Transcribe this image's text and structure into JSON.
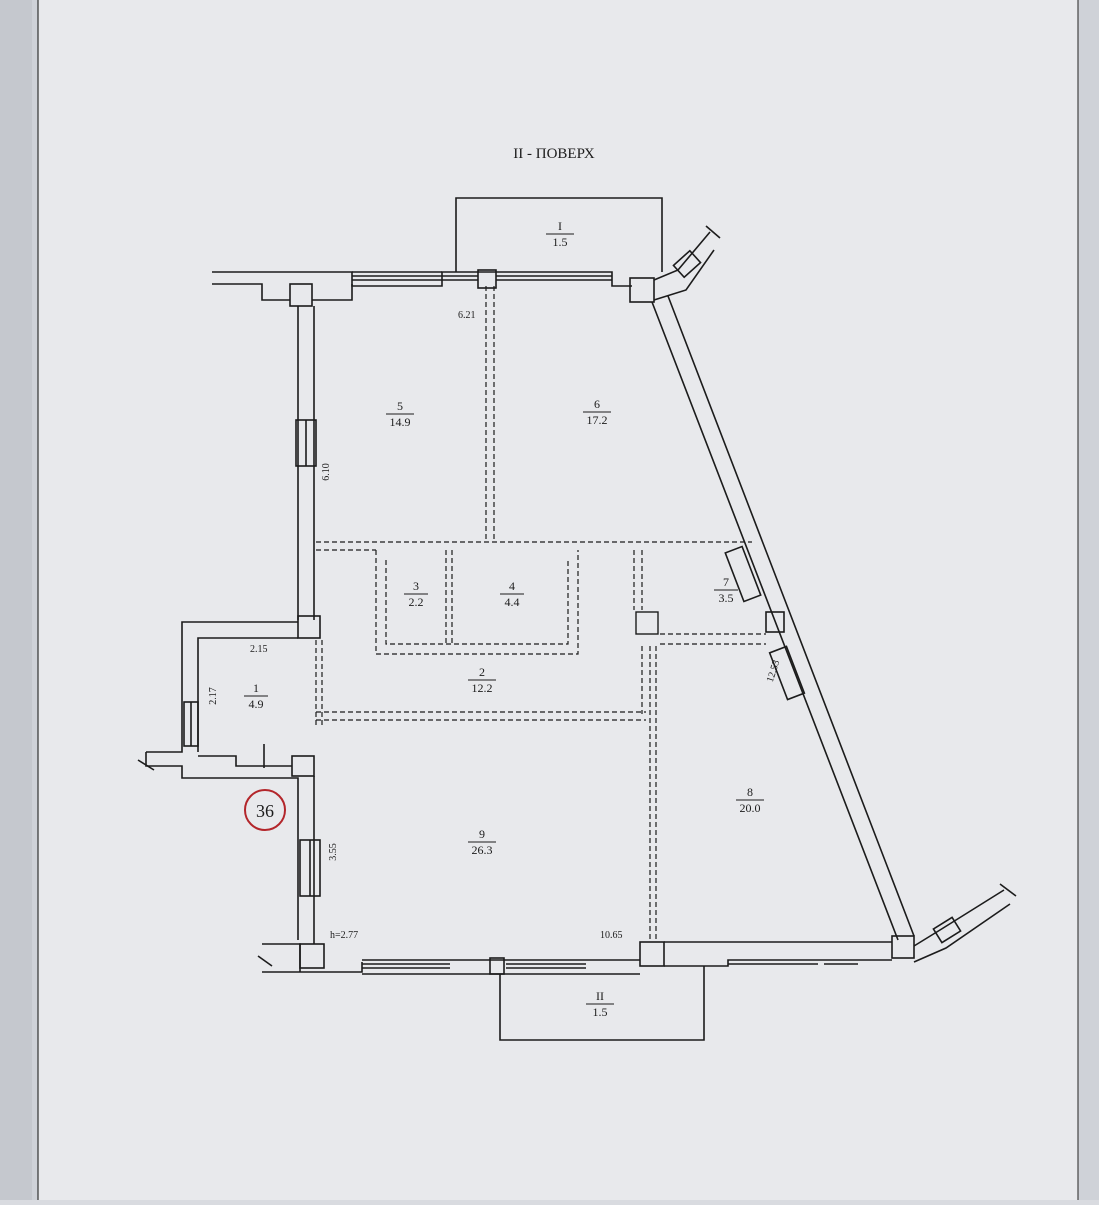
{
  "floor_title": "II - ПОВЕРХ",
  "rooms": [
    {
      "number": "1",
      "area": "4.9"
    },
    {
      "number": "2",
      "area": "12.2"
    },
    {
      "number": "3",
      "area": "2.2"
    },
    {
      "number": "4",
      "area": "4.4"
    },
    {
      "number": "5",
      "area": "14.9"
    },
    {
      "number": "6",
      "area": "17.2"
    },
    {
      "number": "7",
      "area": "3.5"
    },
    {
      "number": "8",
      "area": "20.0"
    },
    {
      "number": "9",
      "area": "26.3"
    }
  ],
  "balconies": [
    {
      "number": "I",
      "area": "1.5"
    },
    {
      "number": "II",
      "area": "1.5"
    }
  ],
  "dimensions": {
    "top_inner": "6.21",
    "left_wall_upper": "6.10",
    "left_wing_width": "2.15",
    "left_wing_depth": "2.17",
    "right_wall": "12.53",
    "left_wall_lower": "3.55",
    "bottom_wall": "10.65",
    "ceiling_height": "h=2.77"
  },
  "stamp": "36",
  "colors": {
    "paper": "#e8e9ec",
    "line": "#1c1c1c",
    "stamp": "#b3262b"
  }
}
